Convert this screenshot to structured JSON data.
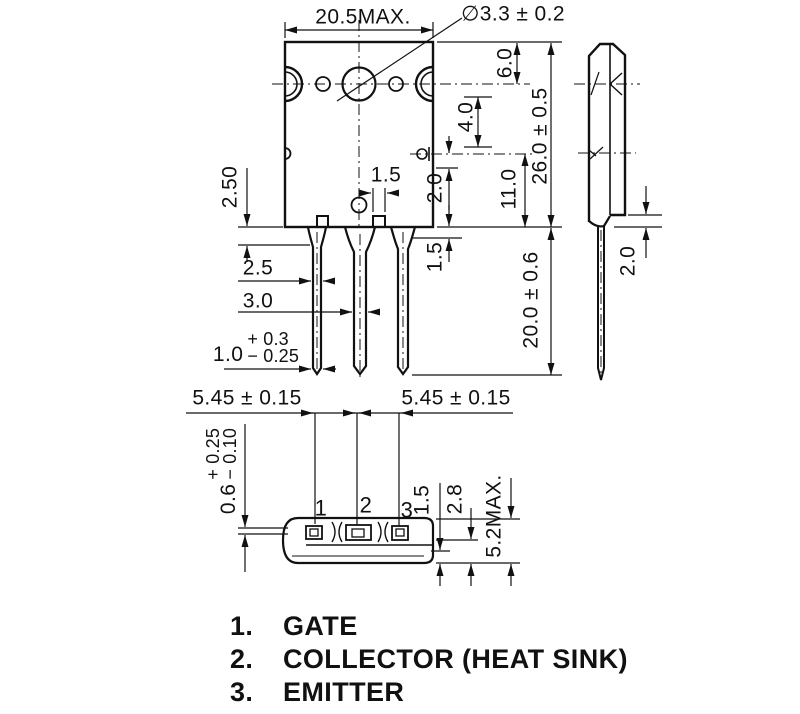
{
  "drawing": {
    "front": {
      "dim_width": "20.5MAX.",
      "dim_hole": "∅3.3 ± 0.2",
      "dim_hole_cl": "6.0",
      "dim_height": "26.0 ± 0.5",
      "dim_step": "4.0",
      "dim_notch": "2.0",
      "dim_lower": "11.0",
      "dim_tab": "1.5",
      "dim_shoulder_v": "2.50",
      "dim_lead1": "2.5",
      "dim_lead2": "3.0",
      "lead_thk": {
        "main": "1.0",
        "plus": "+ 0.3",
        "minus": "− 0.25"
      },
      "dim_shoulder_len": "1.5",
      "dim_lead_len": "20.0 ± 0.6"
    },
    "side": {
      "dim_tab_thk": "2.0"
    },
    "bottom": {
      "dim_pitch_l": "5.45 ± 0.15",
      "dim_pitch_r": "5.45 ± 0.15",
      "pin_thk": {
        "main": "0.6",
        "plus": "+ 0.25",
        "minus": "− 0.10"
      },
      "dim_pin_off": "1.5",
      "dim_upper": "2.8",
      "dim_total": "5.2MAX.",
      "pins": [
        "1",
        "2",
        "3"
      ]
    },
    "legend": {
      "items": [
        {
          "num": "1.",
          "label": "GATE"
        },
        {
          "num": "2.",
          "label": "COLLECTOR (HEAT SINK)"
        },
        {
          "num": "3.",
          "label": "EMITTER"
        }
      ]
    },
    "colors": {
      "ink": "#111111",
      "paper": "#ffffff"
    }
  }
}
